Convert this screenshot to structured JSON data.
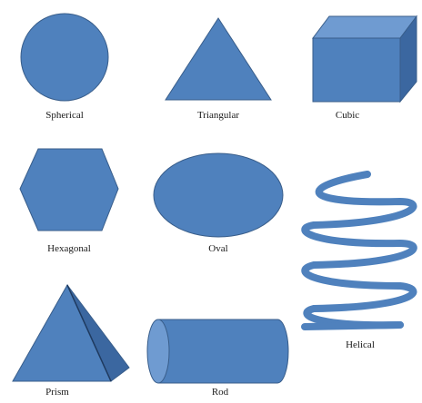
{
  "colors": {
    "fill": "#4f81bd",
    "dark": "#3b67a0",
    "light": "#6f9bd1",
    "stroke": "#385d8a",
    "background": "#ffffff"
  },
  "shapes": [
    {
      "id": "spherical",
      "label": "Spherical"
    },
    {
      "id": "triangular",
      "label": "Triangular"
    },
    {
      "id": "cubic",
      "label": "Cubic"
    },
    {
      "id": "hexagonal",
      "label": "Hexagonal"
    },
    {
      "id": "oval",
      "label": "Oval"
    },
    {
      "id": "helical",
      "label": "Helical"
    },
    {
      "id": "prism",
      "label": "Prism"
    },
    {
      "id": "rod",
      "label": "Rod"
    }
  ]
}
